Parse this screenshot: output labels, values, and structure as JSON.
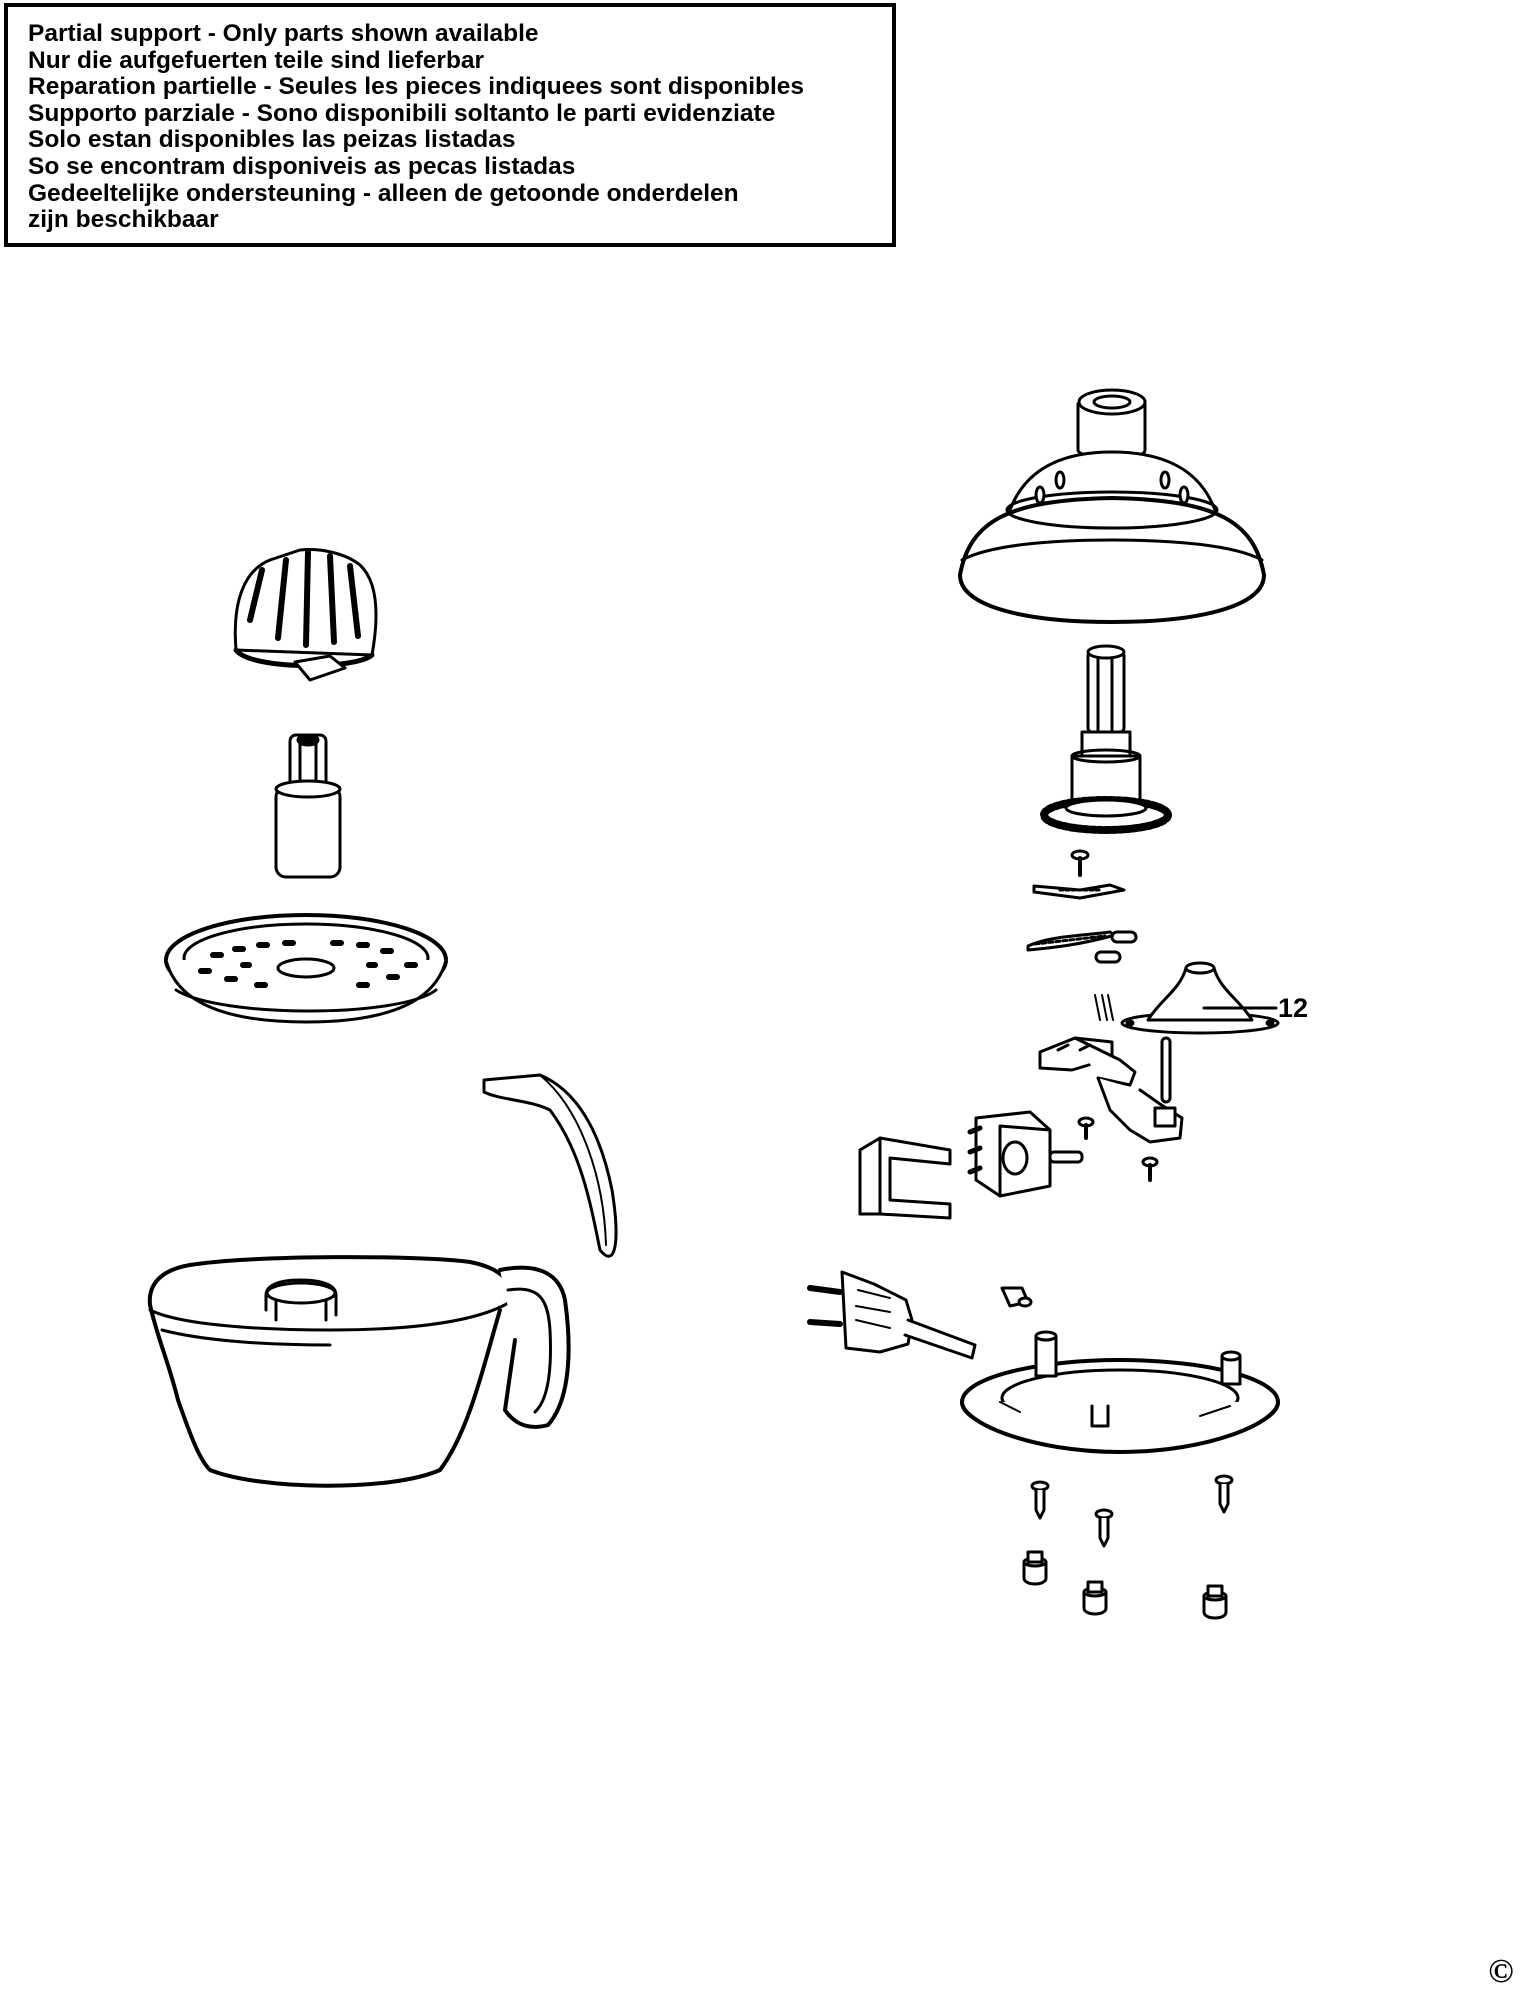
{
  "notice": {
    "lines": [
      "Partial support - Only parts shown available",
      "Nur die aufgefuerten teile sind lieferbar",
      "Reparation partielle - Seules les pieces indiquees sont disponibles",
      "Supporto parziale - Sono disponibili soltanto le parti evidenziate",
      "Solo estan disponibles las peizas listadas",
      "So se encontram disponiveis as pecas listadas",
      "Gedeeltelijke ondersteuning - alleen de getoonde onderdelen",
      "zijn beschikbaar"
    ]
  },
  "callouts": [
    {
      "label": "12"
    }
  ],
  "copyright_mark": "©"
}
